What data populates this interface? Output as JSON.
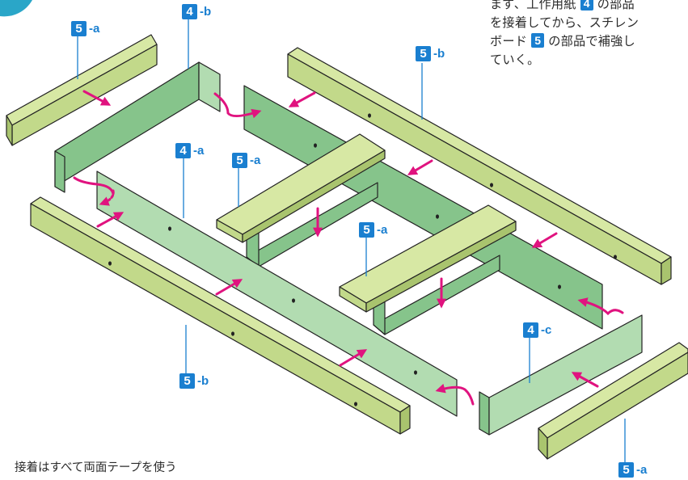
{
  "intro": {
    "line1_pre": "まず、工作用紙",
    "line1_num": "4",
    "line1_post": "の部品",
    "line2": "を接着してから、スチレン",
    "line3_pre": "ボード",
    "line3_num": "5",
    "line3_post": "の部品で補強し",
    "line4": "ていく。"
  },
  "note": "接着はすべて両面テープを使う",
  "labels": {
    "l5a_top_left": {
      "num": "5",
      "suffix": "-a"
    },
    "l4b_top": {
      "num": "4",
      "suffix": "-b"
    },
    "l5b_top_right": {
      "num": "5",
      "suffix": "-b"
    },
    "l4a_mid": {
      "num": "4",
      "suffix": "-a"
    },
    "l5a_mid_left": {
      "num": "5",
      "suffix": "-a"
    },
    "l5a_mid_right": {
      "num": "5",
      "suffix": "-a"
    },
    "l4c_right": {
      "num": "4",
      "suffix": "-c"
    },
    "l5b_bottom": {
      "num": "5",
      "suffix": "-b"
    },
    "l5a_bottom_right": {
      "num": "5",
      "suffix": "-a"
    }
  },
  "colors": {
    "board_light": "#d7e8a4",
    "board_mid": "#c2d98a",
    "board_dark": "#a9c46e",
    "paper_dark": "#86c48b",
    "paper_light": "#b2dcb1",
    "outline": "#222222",
    "arrow": "#e0137f",
    "leader": "#1a7fd0",
    "badge": "#1a7fd0",
    "corner": "#2aa6c8"
  }
}
